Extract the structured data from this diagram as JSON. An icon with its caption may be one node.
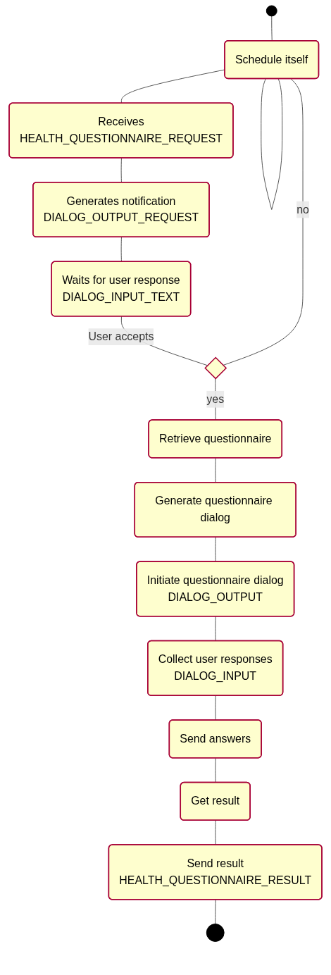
{
  "diagram": {
    "nodes": [
      {
        "text": [],
        "shape": "circle"
      },
      {
        "text": [
          "Schedule itself"
        ]
      },
      {
        "text": [
          "Receives",
          "HEALTH_QUESTIONNAIRE_REQUEST"
        ]
      },
      {
        "text": [
          "Generates notification",
          "DIALOG_OUTPUT_REQUEST"
        ]
      },
      {
        "text": [
          "Waits for user response",
          "DIALOG_INPUT_TEXT"
        ]
      },
      {
        "text": [],
        "shape": "diamond"
      },
      {
        "text": [
          "Retrieve questionnaire"
        ]
      },
      {
        "text": [
          "Generate questionnaire dialog"
        ]
      },
      {
        "text": [
          "Initiate questionnaire dialog",
          "DIALOG_OUTPUT"
        ]
      },
      {
        "text": [
          "Collect user responses",
          "DIALOG_INPUT"
        ]
      },
      {
        "text": [
          "Send answers"
        ]
      },
      {
        "text": [
          "Get result"
        ]
      },
      {
        "text": [
          "Send result",
          "HEALTH_QUESTIONNAIRE_RESULT"
        ]
      },
      {
        "text": [],
        "shape": "circle"
      }
    ],
    "edges": [
      {
        "from": 0,
        "to": 1,
        "arrow": "none"
      },
      {
        "from": 1,
        "to": 1,
        "arrow": "none"
      },
      {
        "from": 1,
        "to": 2,
        "arrow": "none"
      },
      {
        "from": 2,
        "to": 3,
        "arrow": "none"
      },
      {
        "from": 3,
        "to": 4,
        "arrow": "none"
      },
      {
        "from": 4,
        "to": 5,
        "arrow": "none",
        "label": "User accepts"
      },
      {
        "from": 5,
        "to": 1,
        "arrow": "none",
        "label": "no"
      },
      {
        "from": 5,
        "to": 6,
        "arrow": "none",
        "label": "yes"
      },
      {
        "from": 6,
        "to": 7,
        "arrow": "none"
      },
      {
        "from": 7,
        "to": 8,
        "arrow": "none"
      },
      {
        "from": 8,
        "to": 9,
        "arrow": "none"
      },
      {
        "from": 9,
        "to": 10,
        "arrow": "none"
      },
      {
        "from": 10,
        "to": 11,
        "arrow": "none"
      },
      {
        "from": 11,
        "to": 12,
        "arrow": "none"
      },
      {
        "from": 12,
        "to": 13,
        "arrow": "none"
      }
    ]
  }
}
